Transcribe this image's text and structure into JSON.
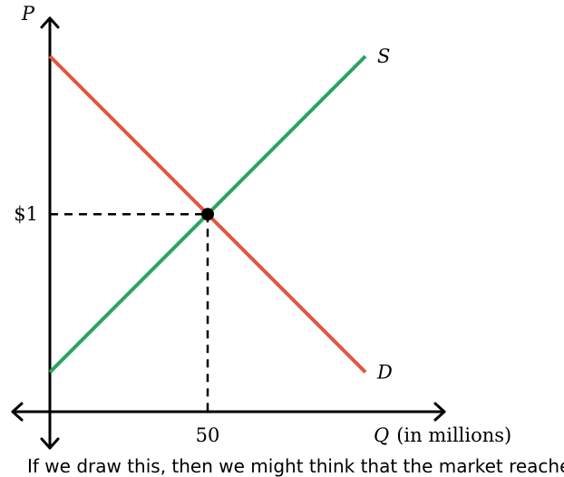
{
  "chart_data": {
    "type": "line",
    "series": [
      {
        "name": "S",
        "x": [
          0,
          100
        ],
        "y": [
          0.2,
          1.8
        ],
        "color": "#2aa45e"
      },
      {
        "name": "D",
        "x": [
          0,
          100
        ],
        "y": [
          1.8,
          0.2
        ],
        "color": "#e0573f"
      }
    ],
    "equilibrium": {
      "x": 50,
      "y": 1
    },
    "xlim": [
      0,
      100
    ],
    "ylim": [
      0,
      1.8
    ],
    "xticks": [
      {
        "value": 50,
        "label": "50"
      }
    ],
    "yticks": [
      {
        "value": 1,
        "label": "$1"
      }
    ],
    "ylabel": "P",
    "xlabel": "Q",
    "xlabel_suffix": "(in millions)",
    "grid": false
  },
  "footer_text": "If we draw this, then we might think that the market reaches"
}
